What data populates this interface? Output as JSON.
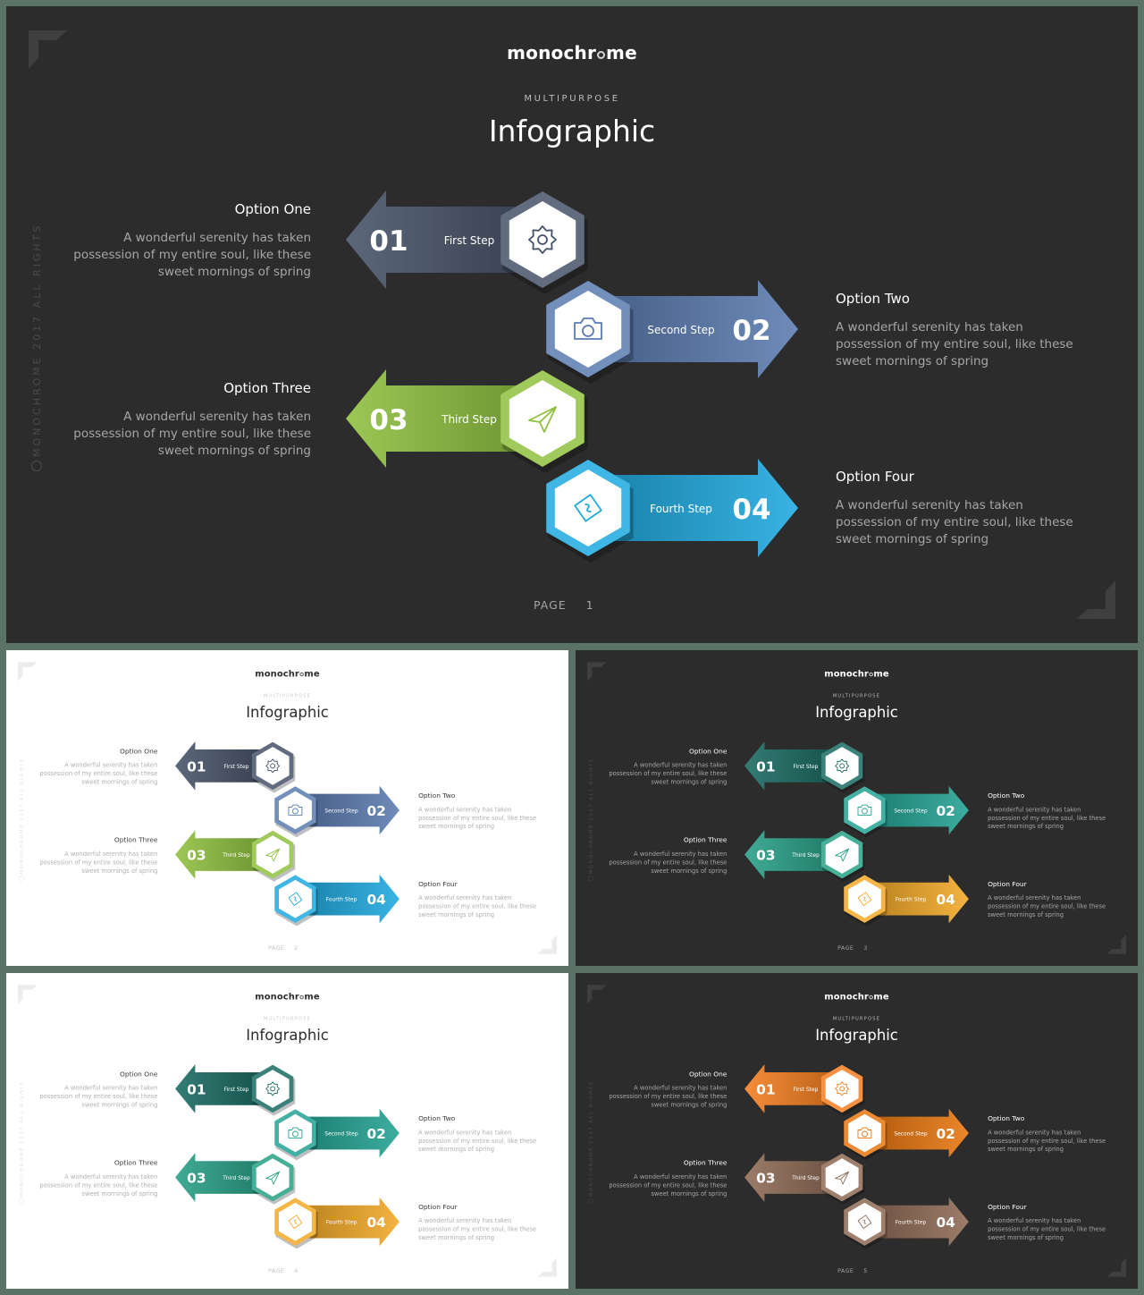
{
  "brand": {
    "name_start": "monochr",
    "name_end": "me"
  },
  "subtitle": "MULTIPURPOSE",
  "title": "Infographic",
  "copyright": "MONOCHROME 2017 ALL RIGHTS",
  "page_label": "PAGE",
  "options": [
    {
      "title": "Option One",
      "desc": [
        "A wonderful serenity has taken",
        "possession of my entire soul, like these",
        "sweet mornings of spring"
      ]
    },
    {
      "title": "Option Two",
      "desc": [
        "A wonderful serenity has taken",
        "possession of my entire soul, like these",
        "sweet mornings of spring"
      ]
    },
    {
      "title": "Option Three",
      "desc": [
        "A wonderful serenity has taken",
        "possession of my entire soul, like these",
        "sweet mornings of spring"
      ]
    },
    {
      "title": "Option Four",
      "desc": [
        "A wonderful serenity has taken",
        "possession of my entire soul, like these",
        "sweet mornings of spring"
      ]
    }
  ],
  "steps": [
    {
      "number": "01",
      "label": "First Step",
      "icon": "gear-icon",
      "direction": "left"
    },
    {
      "number": "02",
      "label": "Second Step",
      "icon": "camera-icon",
      "direction": "right"
    },
    {
      "number": "03",
      "label": "Third Step",
      "icon": "paper-plane-icon",
      "direction": "left"
    },
    {
      "number": "04",
      "label": "Fourth Step",
      "icon": "ticket-icon",
      "direction": "right"
    }
  ],
  "slides": [
    {
      "page": "1",
      "theme": "dark",
      "colors": [
        "#465268",
        "#5a7bb0",
        "#8fc13e",
        "#1ea9df"
      ]
    },
    {
      "page": "2",
      "theme": "light",
      "colors": [
        "#465268",
        "#5a7bb0",
        "#8fc13e",
        "#1ea9df"
      ]
    },
    {
      "page": "3",
      "theme": "dark",
      "colors": [
        "#186a61",
        "#23a293",
        "#27a086",
        "#f3a927"
      ]
    },
    {
      "page": "4",
      "theme": "light",
      "colors": [
        "#186a61",
        "#23a293",
        "#27a086",
        "#f3a927"
      ]
    },
    {
      "page": "5",
      "theme": "dark",
      "colors": [
        "#f57e1f",
        "#e8760f",
        "#8e6a55",
        "#8e6a55"
      ]
    }
  ]
}
